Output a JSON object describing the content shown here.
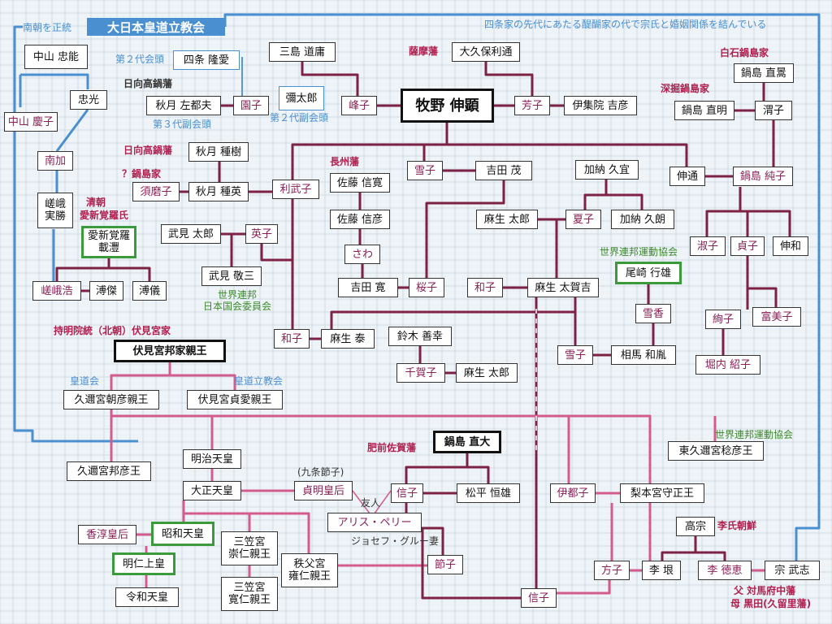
{
  "header": {
    "prefix": "南朝を正統",
    "title": "大日本皇道立教会",
    "note": "四条家の先代にあたる醍醐家の代で宗氏と婚姻関係を結んでいる"
  },
  "labels": {
    "second_leader": "第２代会頭",
    "hyuga1": "日向高鍋藩",
    "third_vice": "第３代副会頭",
    "second_vice": "第２代副会頭",
    "satsuma": "薩摩藩",
    "shiraishi": "白石鍋島家",
    "fukahori": "深掘鍋島家",
    "hyuga2": "日向高鍋藩",
    "nabeshima_q": "？鍋島家",
    "choshu": "長州藩",
    "qing": "清朝",
    "aisin": "愛新覚羅氏",
    "wf_assoc1": "世界連邦運動協会",
    "wf_japan": "世界連邦\n日本国会委員会",
    "jimyoin": "持明院統（北朝）伏見宮家",
    "kodokai": "皇道会",
    "kodoritsu": "皇道立教会",
    "wf_assoc2": "世界連邦運動協会",
    "hizen": "肥前佐賀藩",
    "kujo": "(九条節子)",
    "friend": "友人",
    "grew": "ジョセフ・グルー妻",
    "lee": "李氏朝鮮",
    "father": "父 対馬府中藩",
    "mother": "母 黒田(久留里藩)"
  },
  "people": {
    "nakayama_tadayasu": "中山 忠能",
    "shijo": "四条 隆愛",
    "mishima": "三島 道庸",
    "okubo": "大久保利通",
    "tadamitsu": "忠光",
    "nakayama_yoshiko": "中山 慶子",
    "akizuki_satsuo": "秋月 左都夫",
    "sonoko": "園子",
    "yataro": "彌太郎",
    "mineko": "峰子",
    "makino": "牧野 伸顕",
    "yoshiko": "芳子",
    "ijuin": "伊集院 吉彦",
    "nabeshima_naokata": "鍋島 直暠",
    "nabeshima_naoaki": "鍋島 直明",
    "kanako": "渭子",
    "nanka": "南加",
    "akizuki_taneki": "秋月 種樹",
    "suzuko": "須磨子",
    "akizuki_tanehide": "秋月 種英",
    "toshitakeko": "利武子",
    "sato_nobuhiro": "佐藤 信寛",
    "yukiko1": "雪子",
    "yoshida_shigeru": "吉田 茂",
    "kano_hisayoshi": "加納 久宜",
    "nobumichi": "伸通",
    "nabeshima_junko": "鍋島 純子",
    "saga_sanekatsu": "嵯峨\n実勝",
    "sato_nobuhiko": "佐藤 信彦",
    "aso_taro1": "麻生 太郎",
    "natsuko": "夏子",
    "kano_hisaakira": "加納 久朗",
    "aisin_gioro": "愛新覚羅\n載灃",
    "takemi_taro": "武見 太郎",
    "eiko": "英子",
    "sawa": "さわ",
    "shukuko": "淑子",
    "teiko": "貞子",
    "nobukazu": "伸和",
    "ozaki": "尾崎 行雄",
    "takemi_keizo": "武見 敬三",
    "saga_hiro": "嵯峨浩",
    "pujie": "溥傑",
    "puyi": "溥儀",
    "yoshida_hiroshi": "吉田 寛",
    "sakurako": "桜子",
    "kazuko1": "和子",
    "aso_takakichi": "麻生 太賀吉",
    "yukika": "雪香",
    "junko2": "絢子",
    "tomiko": "富美子",
    "kazuko2": "和子",
    "aso_yutaka": "麻生 泰",
    "suzuki_zenko": "鈴木 善幸",
    "fushiminomiya_kuniie": "伏見宮邦家親王",
    "chikako": "千賀子",
    "aso_taro2": "麻生 太郎",
    "yukiko2": "雪子",
    "soma": "相馬 和胤",
    "horiuchi": "堀内 紹子",
    "kuni_asahiko": "久邇宮朝彦親王",
    "fushimi_sadanaru": "伏見宮貞愛親王",
    "nabeshima_naohiro": "鍋島 直大",
    "higashikuni": "東久邇宮稔彦王",
    "meiji": "明治天皇",
    "kuni_kunihiko": "久邇宮邦彦王",
    "taisho": "大正天皇",
    "teimei": "貞明皇后",
    "nobuko1": "信子",
    "matsudaira": "松平 恒雄",
    "itsuko": "伊都子",
    "nashimoto": "梨本宮守正王",
    "alice": "アリス・ペリー",
    "kojun": "香淳皇后",
    "showa": "昭和天皇",
    "mikasa_takahito": "三笠宮\n崇仁親王",
    "chichibu": "秩父宮\n雍仁親王",
    "setsuko": "節子",
    "gojong": "高宗",
    "akihito": "明仁上皇",
    "masako": "方子",
    "yi_un": "李 垠",
    "deokhye": "李 徳恵",
    "so_takeyuki": "宗 武志",
    "mikasa_tomohito": "三笠宮\n寛仁親王",
    "nobuko2": "信子",
    "reiwa": "令和天皇"
  }
}
